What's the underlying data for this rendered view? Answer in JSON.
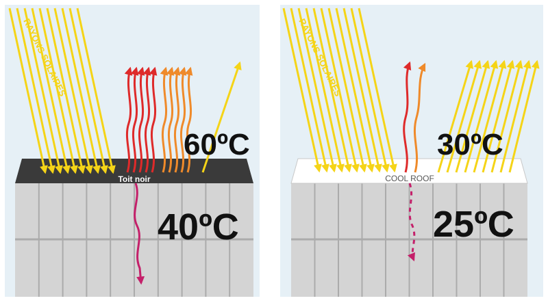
{
  "left_panel": {
    "rays_label": "RAYONS SOLAIRES",
    "roof_label": "Toit noir",
    "roof_temp": "60ºC",
    "interior_temp": "40ºC"
  },
  "right_panel": {
    "rays_label": "RAYONS SOLAIRES",
    "roof_label": "COOL ROOF",
    "roof_temp": "30ºC",
    "interior_temp": "25ºC"
  },
  "colors": {
    "sky": "#e6f0f6",
    "sun_ray": "#f5d417",
    "heat_red": "#de2a2a",
    "heat_orange": "#ef8a2a",
    "heat_conduction": "#c4206a",
    "black_roof": "#3a3a3a",
    "cool_roof": "#ffffff",
    "building": "#d4d4d4",
    "building_lines": "#ababab"
  }
}
